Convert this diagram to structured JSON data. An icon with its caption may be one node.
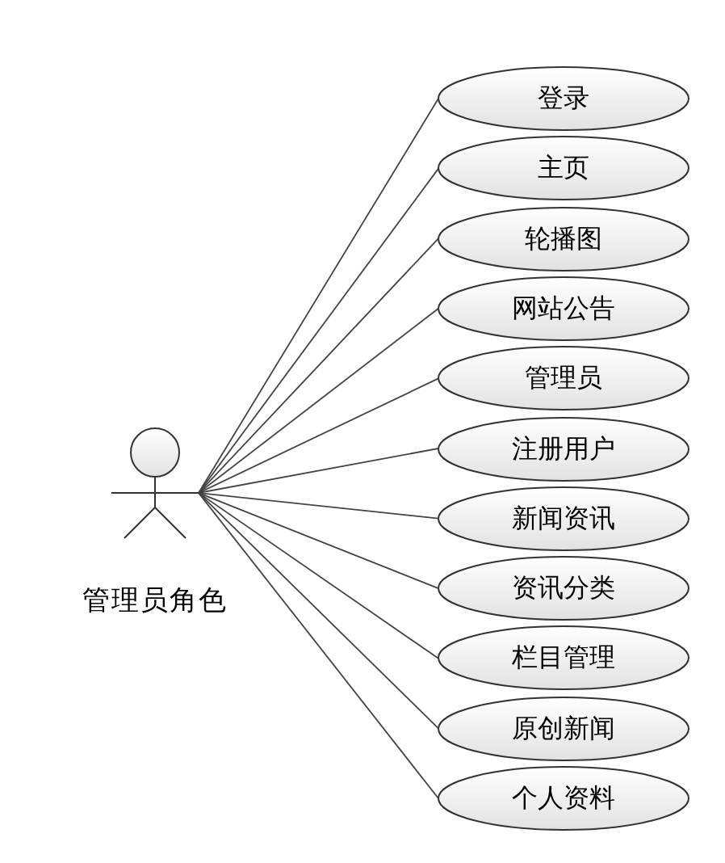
{
  "diagram": {
    "nodes": [
      {
        "text": [],
        "shape": "person",
        "beside": [
          "管理员角色"
        ]
      },
      {
        "text": [
          "登录"
        ]
      },
      {
        "text": [
          "主页"
        ]
      },
      {
        "text": [
          "轮播图"
        ]
      },
      {
        "text": [
          "网站公告"
        ]
      },
      {
        "text": [
          "管理员"
        ]
      },
      {
        "text": [
          "注册用户"
        ]
      },
      {
        "text": [
          "新闻资讯"
        ]
      },
      {
        "text": [
          "资讯分类"
        ]
      },
      {
        "text": [
          "栏目管理"
        ]
      },
      {
        "text": [
          "原创新闻"
        ]
      },
      {
        "text": [
          "个人资料"
        ]
      }
    ],
    "edges": [
      {
        "from": 0,
        "to": 1,
        "arrow": "none"
      },
      {
        "from": 0,
        "to": 2,
        "arrow": "none"
      },
      {
        "from": 0,
        "to": 3,
        "arrow": "none"
      },
      {
        "from": 0,
        "to": 4,
        "arrow": "none"
      },
      {
        "from": 0,
        "to": 5,
        "arrow": "none"
      },
      {
        "from": 0,
        "to": 6,
        "arrow": "none"
      },
      {
        "from": 0,
        "to": 7,
        "arrow": "none"
      },
      {
        "from": 0,
        "to": 8,
        "arrow": "none"
      },
      {
        "from": 0,
        "to": 9,
        "arrow": "none"
      },
      {
        "from": 0,
        "to": 10,
        "arrow": "none"
      },
      {
        "from": 0,
        "to": 11,
        "arrow": "none"
      }
    ]
  }
}
